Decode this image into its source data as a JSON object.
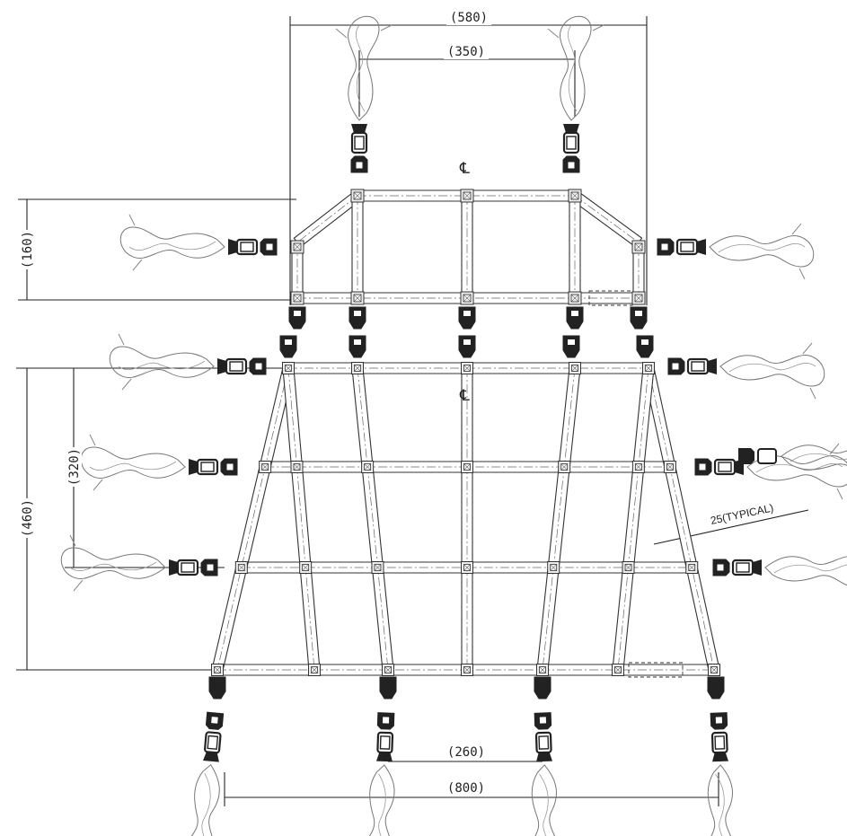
{
  "dimensions": {
    "top_overall": "(580)",
    "top_inner": "(350)",
    "left_upper": "(160)",
    "left_mid": "(320)",
    "left_lower": "(460)",
    "bottom_inner": "(260)",
    "bottom_overall": "(800)"
  },
  "notes": {
    "typical": "25(TYPICAL)",
    "centerline_symbol": "℄"
  },
  "colors": {
    "line": "#333333",
    "fill": "#eeeeee",
    "dark": "#222222"
  }
}
